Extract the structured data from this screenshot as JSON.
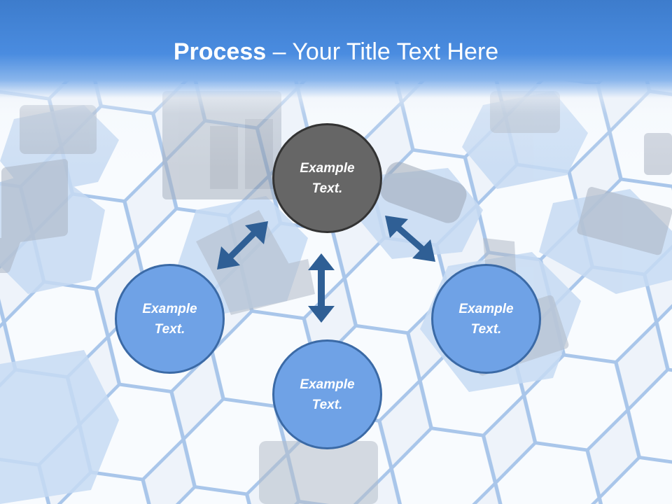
{
  "slide": {
    "title_bold": "Process",
    "title_rest": " – Your Title Text Here"
  },
  "nodes": [
    {
      "id": "top",
      "line1": "Example",
      "line2": "Text.",
      "style": "dark"
    },
    {
      "id": "left",
      "line1": "Example",
      "line2": "Text.",
      "style": "blue"
    },
    {
      "id": "bottom",
      "line1": "Example",
      "line2": "Text.",
      "style": "blue"
    },
    {
      "id": "right",
      "line1": "Example",
      "line2": "Text.",
      "style": "blue"
    }
  ],
  "colors": {
    "header_blue": "#4a8ce0",
    "node_blue": "#6fa2e6",
    "node_dark": "#666666",
    "arrow_blue": "#2f5f95"
  },
  "background": {
    "icons": [
      "monitor-icon",
      "computer-tower-icon",
      "laptop-icon",
      "phone-icon",
      "keyboard-icon",
      "printer-icon",
      "tablet-icon"
    ]
  }
}
